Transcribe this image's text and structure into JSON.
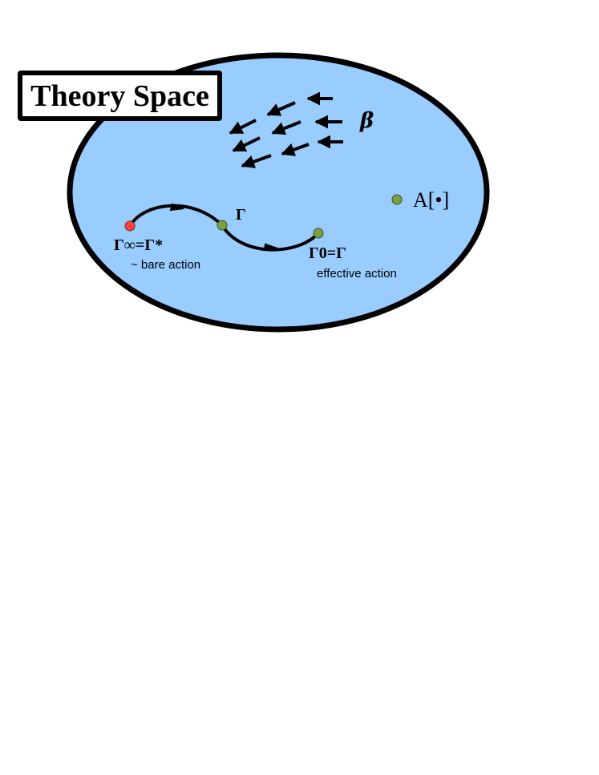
{
  "title": "Theory Space",
  "beta_label": "β",
  "functional_label": "A[•]",
  "flow_point_mid_label": "Γ",
  "start_point_label": "Γ∞=Γ*",
  "start_point_caption": "~ bare action",
  "end_point_label": "Γ0=Γ",
  "end_point_caption": "effective action",
  "colors": {
    "region_fill": "#99ccff",
    "region_stroke": "#000000",
    "start_point": "#ff4040",
    "flow_points": "#7aa042"
  }
}
